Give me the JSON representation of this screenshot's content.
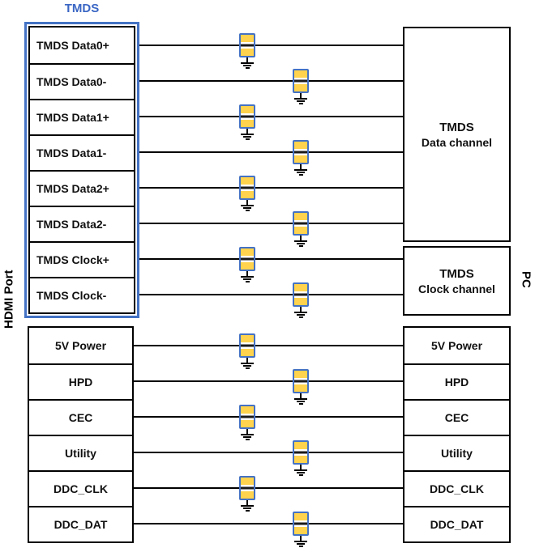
{
  "title": "TMDS",
  "left_label": "HDMI Port",
  "right_label": "PC",
  "tmds_rows": [
    "TMDS Data0+",
    "TMDS Data0-",
    "TMDS Data1+",
    "TMDS Data1-",
    "TMDS Data2+",
    "TMDS Data2-",
    "TMDS Clock+",
    "TMDS Clock-"
  ],
  "lower_rows": [
    "5V Power",
    "HPD",
    "CEC",
    "Utility",
    "DDC_CLK",
    "DDC_DAT"
  ],
  "right_channels": [
    {
      "line1": "TMDS",
      "line2": "Data channel"
    },
    {
      "line1": "TMDS",
      "line2": "Clock channel"
    }
  ],
  "right_rows": [
    "5V Power",
    "HPD",
    "CEC",
    "Utility",
    "DDC_CLK",
    "DDC_DAT"
  ],
  "icons": {
    "component": "esd-protection-component",
    "ground": "ground-symbol"
  },
  "colors": {
    "accent_blue": "#4472C4",
    "component_yellow": "#FFD34D",
    "line_black": "#000000",
    "background": "#FFFFFF"
  }
}
